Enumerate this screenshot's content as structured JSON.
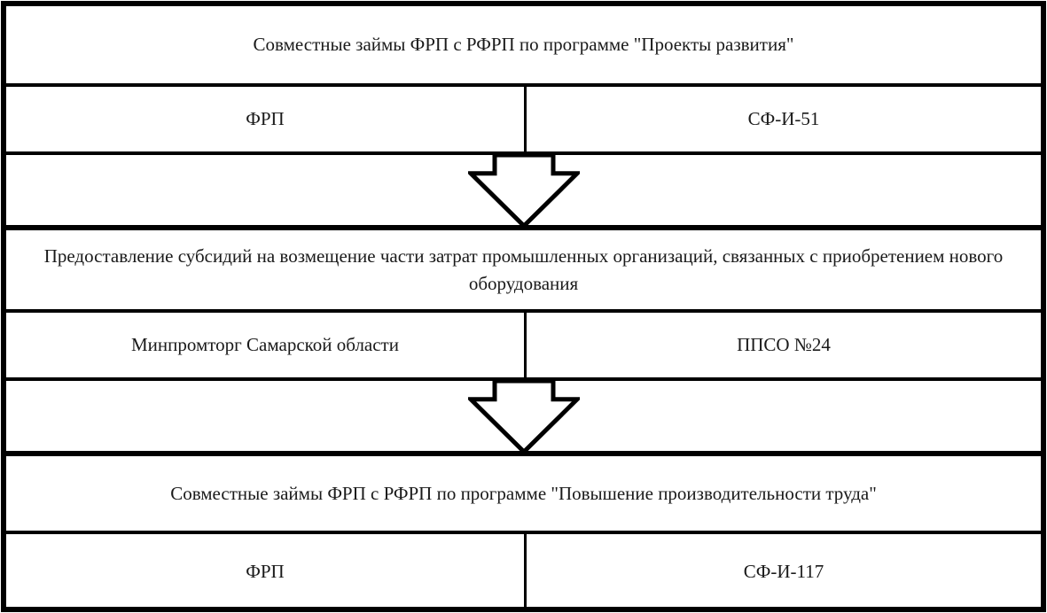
{
  "diagram": {
    "description_colors": {
      "border": "#000000",
      "background": "#ffffff",
      "text": "#1a1a1a"
    },
    "blocks": [
      {
        "title": "Совместные займы ФРП с РФРП по программе \"Проекты развития\"",
        "operator": "ФРП",
        "code": "СФ-И-51"
      },
      {
        "title": "Предоставление субсидий на возмещение части затрат промышленных организаций, связанных с приобретением нового оборудования",
        "operator": "Минпромторг Самарской области",
        "code": "ППСО №24"
      },
      {
        "title": "Совместные займы ФРП с РФРП по программе \"Повышение производительности труда\"",
        "operator": "ФРП",
        "code": "СФ-И-117"
      }
    ],
    "arrow_icon": "down-block-arrow"
  }
}
